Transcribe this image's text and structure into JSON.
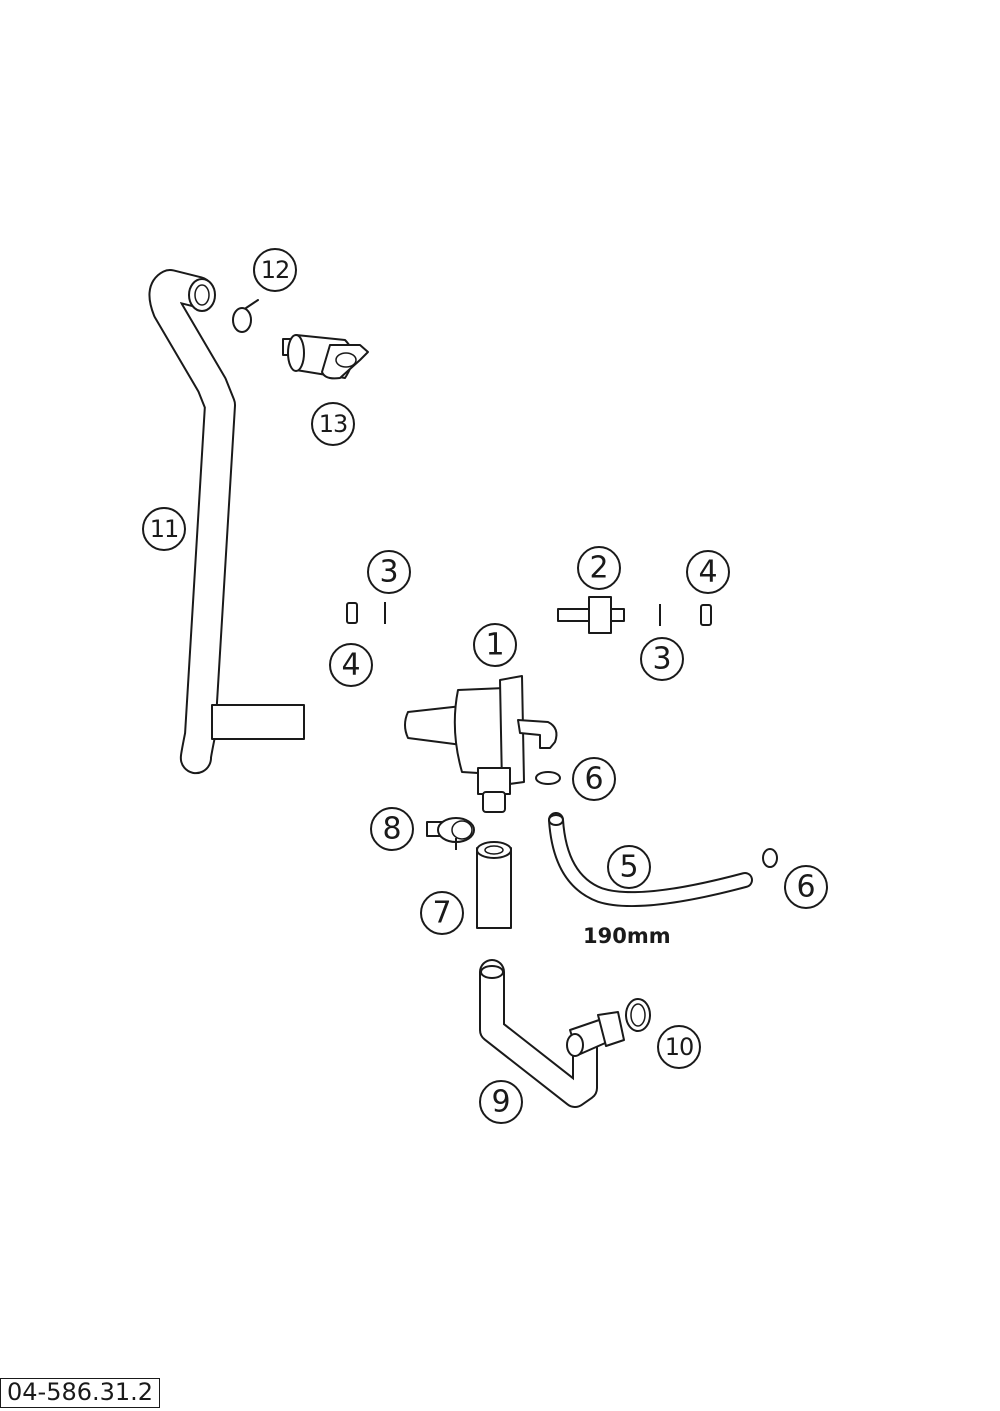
{
  "diagram": {
    "callouts": [
      "1",
      "2",
      "3",
      "3",
      "4",
      "4",
      "5",
      "6",
      "6",
      "7",
      "8",
      "9",
      "10",
      "11",
      "12",
      "13"
    ],
    "dimension_label": "190mm",
    "reference_number": "04-586.31.2"
  }
}
